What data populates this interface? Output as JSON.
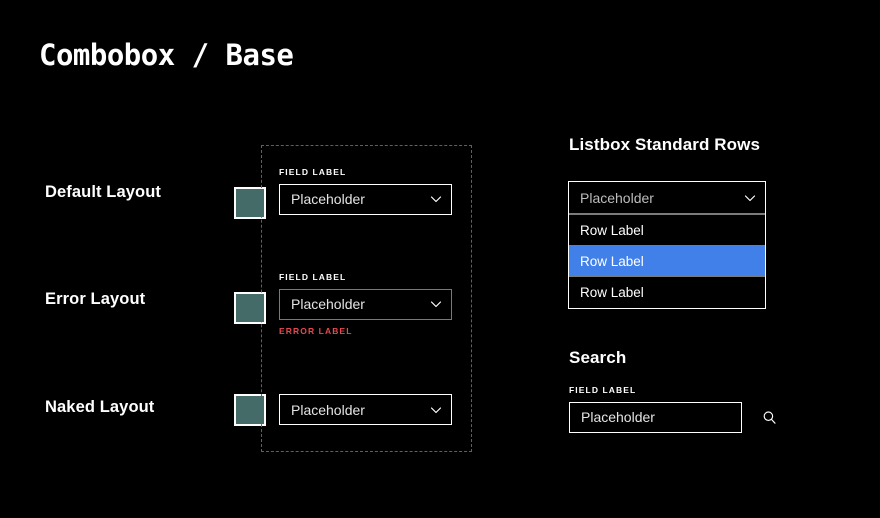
{
  "page": {
    "title": "Combobox / Base",
    "background_color": "#000000"
  },
  "colors": {
    "accent_selected": "#4180e8",
    "error": "#e8484f",
    "swatch": "#456b68",
    "guide": "#5b4ae0",
    "border": "#ffffff",
    "separator": "#7b7b7b"
  },
  "left_column": {
    "rows": [
      {
        "label": "Default Layout"
      },
      {
        "label": "Error Layout"
      },
      {
        "label": "Naked Layout"
      }
    ]
  },
  "center_column": {
    "default": {
      "field_label": "FIELD LABEL",
      "value": "Placeholder",
      "chevron_icon": "chevron-down-icon"
    },
    "error": {
      "field_label": "FIELD LABEL",
      "value": "Placeholder",
      "error_label": "ERROR LABEL",
      "chevron_icon": "chevron-down-icon"
    },
    "naked": {
      "value": "Placeholder",
      "chevron_icon": "chevron-down-icon"
    }
  },
  "right_column": {
    "listbox": {
      "heading": "Listbox Standard Rows",
      "trigger_value": "Placeholder",
      "chevron_icon": "chevron-down-icon",
      "rows": [
        {
          "label": "Row Label",
          "selected": false
        },
        {
          "label": "Row Label",
          "selected": true
        },
        {
          "label": "Row Label",
          "selected": false
        }
      ]
    },
    "search": {
      "heading": "Search",
      "field_label": "FIELD LABEL",
      "value": "Placeholder",
      "placeholder": "Placeholder",
      "search_icon": "search-icon"
    }
  }
}
